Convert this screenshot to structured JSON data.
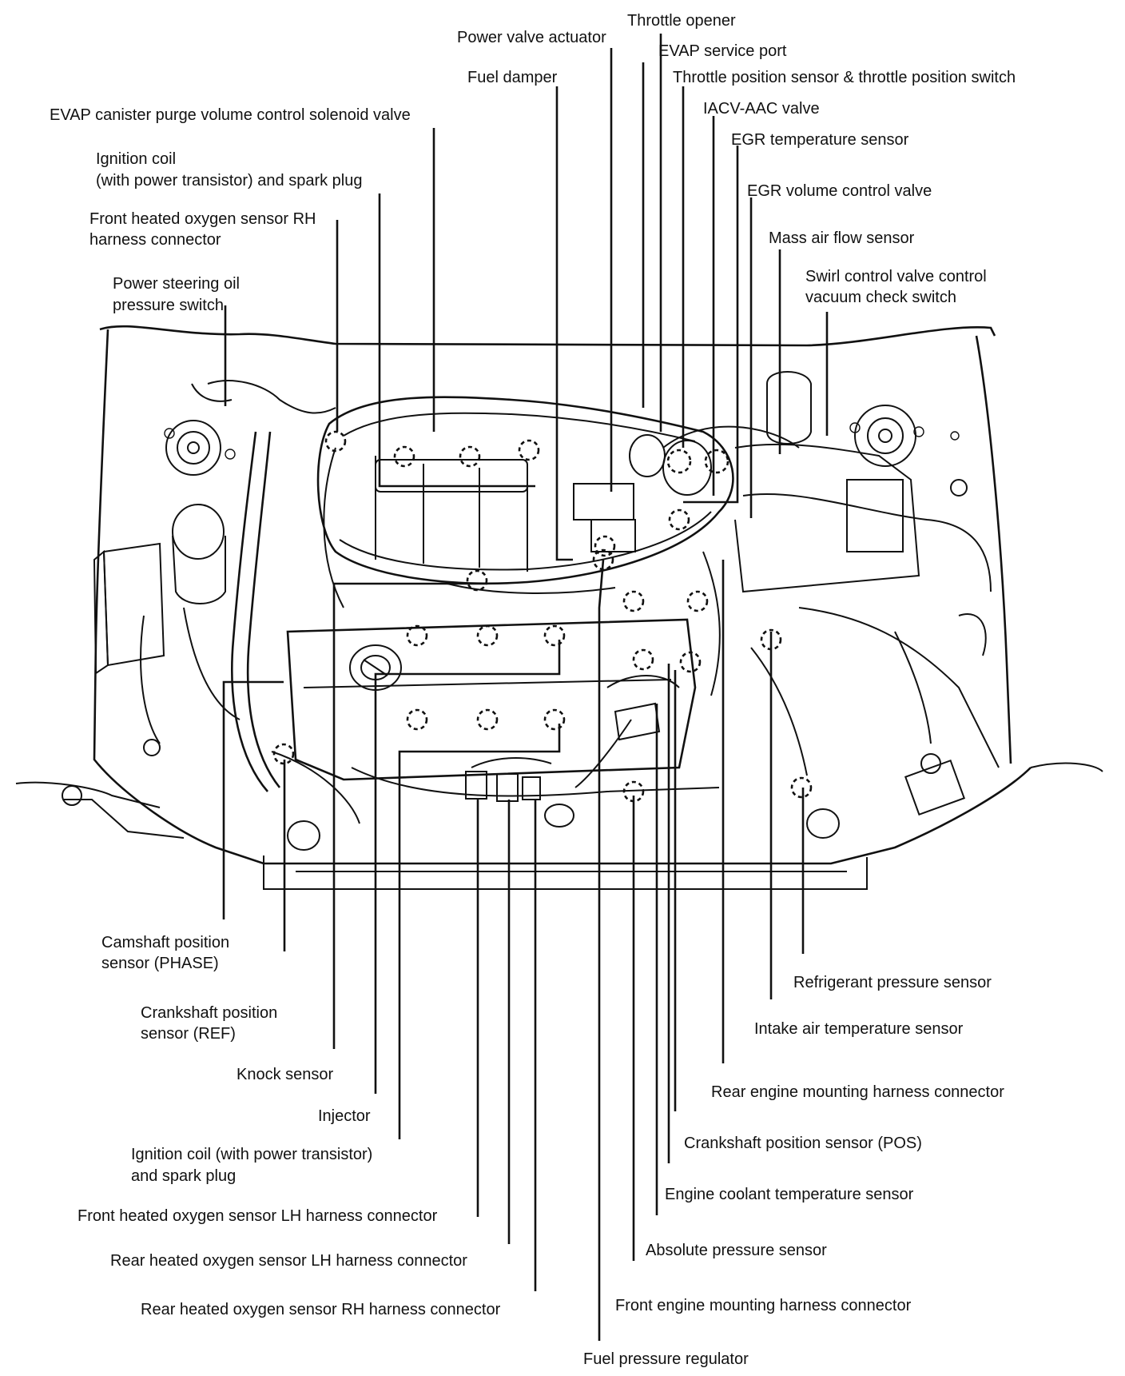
{
  "diagram": {
    "type": "engine-compartment-component-locations",
    "colors": {
      "ink": "#111111",
      "background": "#ffffff"
    },
    "labels": [
      {
        "id": "throttle-opener",
        "text": "Throttle opener"
      },
      {
        "id": "power-valve-actuator",
        "text": "Power valve actuator"
      },
      {
        "id": "evap-service-port",
        "text": "EVAP service port"
      },
      {
        "id": "fuel-damper",
        "text": "Fuel damper"
      },
      {
        "id": "throttle-position-sensor",
        "text": "Throttle position sensor & throttle position switch"
      },
      {
        "id": "iacv-aac-valve",
        "text": "IACV-AAC valve"
      },
      {
        "id": "evap-purge-solenoid",
        "text": "EVAP canister purge volume control solenoid valve"
      },
      {
        "id": "egr-temperature-sensor",
        "text": "EGR temperature sensor"
      },
      {
        "id": "ignition-coil-top-1",
        "text": "Ignition coil"
      },
      {
        "id": "ignition-coil-top-2",
        "text": "(with power transistor) and spark plug"
      },
      {
        "id": "egr-volume-control-valve",
        "text": "EGR volume control valve"
      },
      {
        "id": "front-o2-rh-1",
        "text": "Front heated oxygen sensor RH"
      },
      {
        "id": "front-o2-rh-2",
        "text": "harness connector"
      },
      {
        "id": "mass-air-flow-sensor",
        "text": "Mass air flow sensor"
      },
      {
        "id": "swirl-control-1",
        "text": "Swirl control valve control"
      },
      {
        "id": "swirl-control-2",
        "text": "vacuum check switch"
      },
      {
        "id": "ps-oil-pressure-1",
        "text": "Power steering oil"
      },
      {
        "id": "ps-oil-pressure-2",
        "text": "pressure switch"
      },
      {
        "id": "camshaft-phase-1",
        "text": "Camshaft position"
      },
      {
        "id": "camshaft-phase-2",
        "text": "sensor (PHASE)"
      },
      {
        "id": "refrigerant-pressure-sensor",
        "text": "Refrigerant pressure sensor"
      },
      {
        "id": "crankshaft-ref-1",
        "text": "Crankshaft position"
      },
      {
        "id": "crankshaft-ref-2",
        "text": "sensor (REF)"
      },
      {
        "id": "intake-air-temp-sensor",
        "text": "Intake air temperature sensor"
      },
      {
        "id": "knock-sensor",
        "text": "Knock sensor"
      },
      {
        "id": "rear-engine-mount-connector",
        "text": "Rear engine mounting harness connector"
      },
      {
        "id": "injector",
        "text": "Injector"
      },
      {
        "id": "crankshaft-pos-sensor",
        "text": "Crankshaft position sensor (POS)"
      },
      {
        "id": "ignition-coil-bottom-1",
        "text": "Ignition coil (with power transistor)"
      },
      {
        "id": "ignition-coil-bottom-2",
        "text": "and spark plug"
      },
      {
        "id": "engine-coolant-temp-sensor",
        "text": "Engine coolant temperature sensor"
      },
      {
        "id": "front-o2-lh",
        "text": "Front heated oxygen sensor LH harness connector"
      },
      {
        "id": "absolute-pressure-sensor",
        "text": "Absolute pressure sensor"
      },
      {
        "id": "rear-o2-lh",
        "text": "Rear heated oxygen sensor LH harness connector"
      },
      {
        "id": "front-engine-mount-connector",
        "text": "Front engine mounting harness connector"
      },
      {
        "id": "rear-o2-rh",
        "text": "Rear heated oxygen sensor RH harness connector"
      },
      {
        "id": "fuel-pressure-regulator",
        "text": "Fuel pressure regulator"
      }
    ]
  }
}
